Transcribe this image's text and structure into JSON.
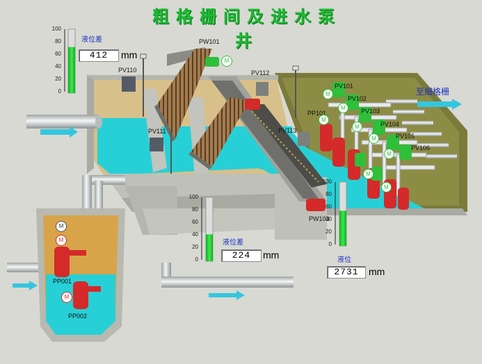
{
  "title": "粗格栅间及进水泵井",
  "labels": {
    "pw101": "PW101",
    "pv110": "PV110",
    "pv111": "PV111",
    "pv112": "PV112",
    "pv113": "PV113",
    "pv101": "PV101",
    "pv102": "PV102",
    "pv103": "PV103",
    "pv104": "PV104",
    "pv105": "PV105",
    "pv106": "PV106",
    "pp101": "PP101",
    "pp001": "PP001",
    "pp002": "PP002",
    "pw103": "PW103",
    "motor": "M",
    "to_fine_screen": "至细格栅"
  },
  "gauges": {
    "ticks": [
      "100",
      "80",
      "60",
      "40",
      "20",
      "0"
    ],
    "g1": {
      "label": "液位差",
      "value": "412",
      "unit": "mm",
      "level": 0.72
    },
    "g2": {
      "label": "液位差",
      "value": "224",
      "unit": "mm",
      "level": 0.42
    },
    "g3": {
      "label": "液位",
      "value": "2731",
      "unit": "mm",
      "level": 0.55
    }
  },
  "colors": {
    "water": "#27d0d6",
    "concrete": "#c3c4bd",
    "tank_interior": "#d8c08a",
    "pump_red": "#d42a2a",
    "motor_green": "#2fbf3a",
    "pipe": "#e4e6e6",
    "title_green": "#1dbb34",
    "label_blue": "#1a2ec2"
  }
}
